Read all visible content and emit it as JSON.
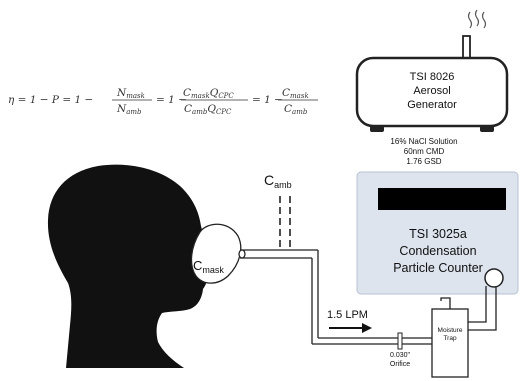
{
  "equation": {
    "lhs": "η = 1 − P = 1 −",
    "frac1_num": "N",
    "frac1_num_sub": "mask",
    "frac1_den": "N",
    "frac1_den_sub": "amb",
    "eq2": "= 1 −",
    "frac2_num_a": "C",
    "frac2_num_a_sub": "mask",
    "frac2_num_b": "Q",
    "frac2_num_b_sub": "CPC",
    "frac2_den_a": "C",
    "frac2_den_a_sub": "amb",
    "frac2_den_b": "Q",
    "frac2_den_b_sub": "CPC",
    "eq3": "= 1 −",
    "frac3_num": "C",
    "frac3_num_sub": "mask",
    "frac3_den": "C",
    "frac3_den_sub": "amb"
  },
  "aerosol_generator": {
    "line1": "TSI 8026",
    "line2": "Aerosol",
    "line3": "Generator",
    "spec1": "16% NaCl Solution",
    "spec2": "60nm CMD",
    "spec3": "1.76 GSD"
  },
  "particle_counter": {
    "line1": "TSI 3025a",
    "line2": "Condensation",
    "line3": "Particle Counter"
  },
  "labels": {
    "c_amb": "C",
    "c_amb_sub": "amb",
    "c_mask": "C",
    "c_mask_sub": "mask",
    "flow_rate": "1.5 LPM",
    "orifice_line1": "0.030\"",
    "orifice_line2": "Orifice",
    "trap_line1": "Moisture",
    "trap_line2": "Trap"
  }
}
